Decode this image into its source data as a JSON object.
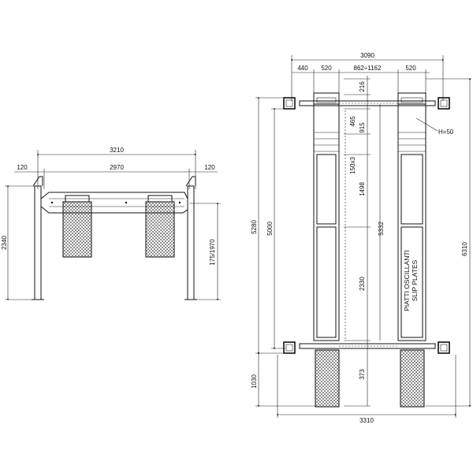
{
  "front_view": {
    "overall_width": "3210",
    "inner_width": "2970",
    "left_offset": "120",
    "right_offset": "120",
    "total_height": "2340",
    "lift_range": "175/1970"
  },
  "top_view": {
    "overall_width": "3090",
    "left_offset": "440",
    "runway_width_left": "520",
    "runway_gap": "862÷1162",
    "runway_width_right": "520",
    "front_clearance": "216",
    "dim_465": "465",
    "dim_915": "915",
    "dim_150x3": "150x3",
    "dim_1498": "1498",
    "dim_5332": "5332",
    "dim_2330": "2330",
    "dim_373": "373",
    "post_distance": "5000",
    "runway_length": "5280",
    "total_length": "6310",
    "ramp_length": "1030",
    "base_width": "3310",
    "plate_height": "H=50",
    "slip_plates_it": "PIATTI OSCILLANTI",
    "slip_plates_en": "SLIP PLATES"
  }
}
